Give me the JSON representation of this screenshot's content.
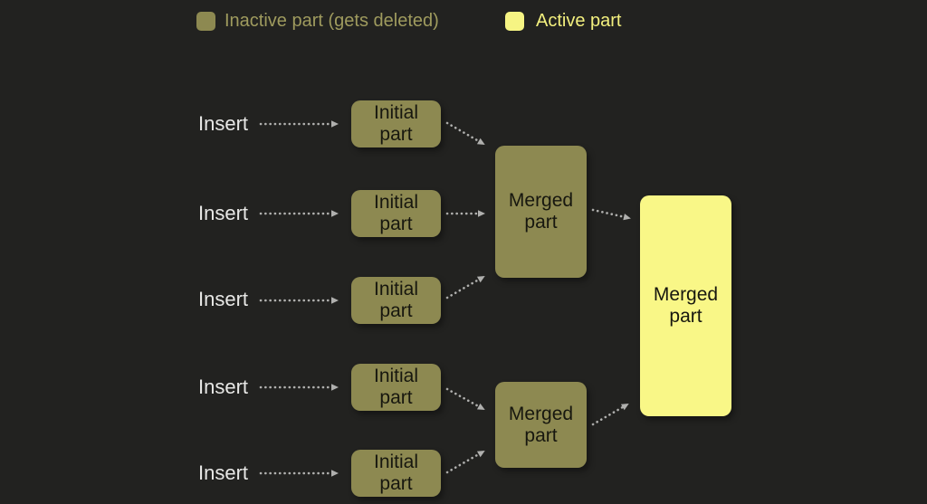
{
  "legend": {
    "inactive_label": "Inactive part (gets deleted)",
    "active_label": "Active part"
  },
  "labels": {
    "insert": "Insert",
    "initial_part": "Initial part",
    "merged_part": "Merged part"
  },
  "colors": {
    "background": "#222220",
    "inactive_node_fill": "#8d8951",
    "active_node_fill": "#f9f787",
    "node_text": "#17170f",
    "insert_label_text": "#e8e8e6",
    "legend_inactive_text": "#9f9b5e",
    "legend_active_text": "#f3f07e",
    "arrow": "#b0b0ae"
  }
}
